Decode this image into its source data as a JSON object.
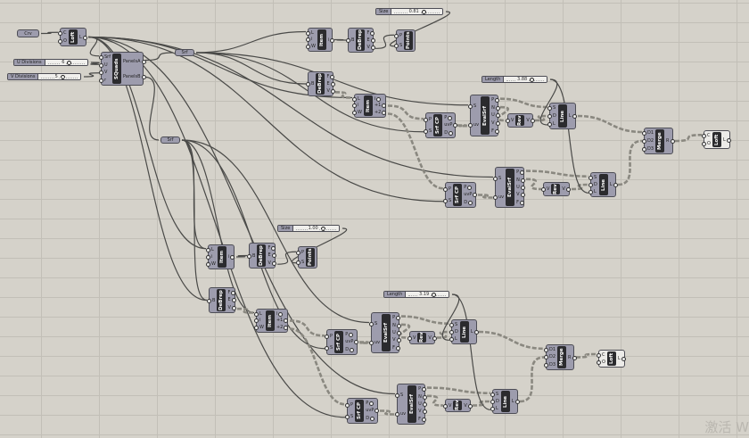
{
  "params": {
    "crv": "Crv",
    "srf1": "Srf",
    "srf2": "Srf"
  },
  "sliders": {
    "u": {
      "label": "U Divisions",
      "value": "6"
    },
    "v": {
      "label": "V Divisions",
      "value": "5"
    },
    "size1": {
      "label": "Size",
      "value": "0.81"
    },
    "size2": {
      "label": "Size",
      "value": "1.00"
    },
    "length1": {
      "label": "Length",
      "value": "3.88"
    },
    "length2": {
      "label": "Length",
      "value": "3.19"
    }
  },
  "components": {
    "loft1": {
      "name": "Loft",
      "in": [
        "C",
        "O"
      ],
      "out": [
        "L"
      ]
    },
    "squads": {
      "name": "SQuads",
      "in": [
        "Srf",
        "U",
        "V",
        "r"
      ],
      "out": [
        "PanelsA",
        "PanelsB"
      ]
    },
    "item1": {
      "name": "Item",
      "in": [
        "L",
        "i",
        "W"
      ],
      "out": [
        "i"
      ]
    },
    "debrep1": {
      "name": "DeBrep",
      "in": [
        "B"
      ],
      "out": [
        "F",
        "E",
        "V"
      ]
    },
    "points1": {
      "name": "Points",
      "in": [
        "P",
        "S"
      ],
      "out": []
    },
    "debrep2": {
      "name": "DeBrep",
      "in": [
        "B"
      ],
      "out": [
        "F",
        "E",
        "V"
      ]
    },
    "item2": {
      "name": "Item",
      "in": [
        "L",
        "i",
        "W"
      ],
      "out": [
        "i",
        "+1",
        "+2"
      ]
    },
    "srfcp1": {
      "name": "Srf CP",
      "in": [
        "P",
        "S"
      ],
      "out": [
        "P",
        "uvP",
        "D"
      ]
    },
    "evalsrf1": {
      "name": "EvalSrf",
      "in": [
        "S",
        "uv"
      ],
      "out": [
        "P",
        "N",
        "U",
        "V",
        "F"
      ]
    },
    "rev1": {
      "name": "Rev",
      "in": [
        "V"
      ],
      "out": [
        "V"
      ]
    },
    "line1": {
      "name": "Line",
      "in": [
        "S",
        "D",
        "L"
      ],
      "out": [
        "L"
      ]
    },
    "evalsrf2": {
      "name": "EvalSrf",
      "in": [
        "S",
        "uv"
      ],
      "out": [
        "P",
        "N",
        "U",
        "V",
        "F"
      ]
    },
    "srfcp2": {
      "name": "Srf CP",
      "in": [
        "P",
        "S"
      ],
      "out": [
        "P",
        "uvP",
        "D"
      ]
    },
    "rev2": {
      "name": "Rev",
      "in": [
        "V"
      ],
      "out": [
        "V"
      ]
    },
    "line2": {
      "name": "Line",
      "in": [
        "S",
        "D",
        "L"
      ],
      "out": [
        "L"
      ]
    },
    "merge1": {
      "name": "Merge",
      "in": [
        "D1",
        "D2",
        "D3"
      ],
      "out": [
        "R"
      ]
    },
    "loft2": {
      "name": "Loft",
      "in": [
        "C",
        "O"
      ],
      "out": [
        "L"
      ]
    },
    "item3": {
      "name": "Item",
      "in": [
        "L",
        "i",
        "W"
      ],
      "out": [
        "i"
      ]
    },
    "debrep3": {
      "name": "DeBrep",
      "in": [
        "B"
      ],
      "out": [
        "F",
        "E",
        "V"
      ]
    },
    "points2": {
      "name": "Points",
      "in": [
        "P",
        "S"
      ],
      "out": []
    },
    "debrep4": {
      "name": "DeBrep",
      "in": [
        "B"
      ],
      "out": [
        "F",
        "E",
        "V"
      ]
    },
    "item4": {
      "name": "Item",
      "in": [
        "L",
        "i",
        "W"
      ],
      "out": [
        "i",
        "+1",
        "+2"
      ]
    },
    "srfcp3": {
      "name": "Srf CP",
      "in": [
        "P",
        "S"
      ],
      "out": [
        "P",
        "uvP",
        "D"
      ]
    },
    "evalsrf3": {
      "name": "EvalSrf",
      "in": [
        "S",
        "uv"
      ],
      "out": [
        "P",
        "N",
        "U",
        "V",
        "F"
      ]
    },
    "rev3": {
      "name": "Rev",
      "in": [
        "V"
      ],
      "out": [
        "V"
      ]
    },
    "line3": {
      "name": "Line",
      "in": [
        "S",
        "D",
        "L"
      ],
      "out": [
        "L"
      ]
    },
    "merge2": {
      "name": "Merge",
      "in": [
        "D1",
        "D2",
        "D3"
      ],
      "out": [
        "R"
      ]
    },
    "loft3": {
      "name": "Loft",
      "in": [
        "C",
        "O"
      ],
      "out": [
        "L"
      ]
    },
    "evalsrf4": {
      "name": "EvalSrf",
      "in": [
        "S",
        "uv"
      ],
      "out": [
        "P",
        "N",
        "U",
        "V",
        "F"
      ]
    },
    "srfcp4": {
      "name": "Srf CP",
      "in": [
        "P",
        "S"
      ],
      "out": [
        "P",
        "uvP",
        "D"
      ]
    },
    "rev4": {
      "name": "Rev",
      "in": [
        "V"
      ],
      "out": [
        "V"
      ]
    },
    "line4": {
      "name": "Line",
      "in": [
        "S",
        "D",
        "L"
      ],
      "out": [
        "L"
      ]
    }
  },
  "watermark": "激活 W"
}
